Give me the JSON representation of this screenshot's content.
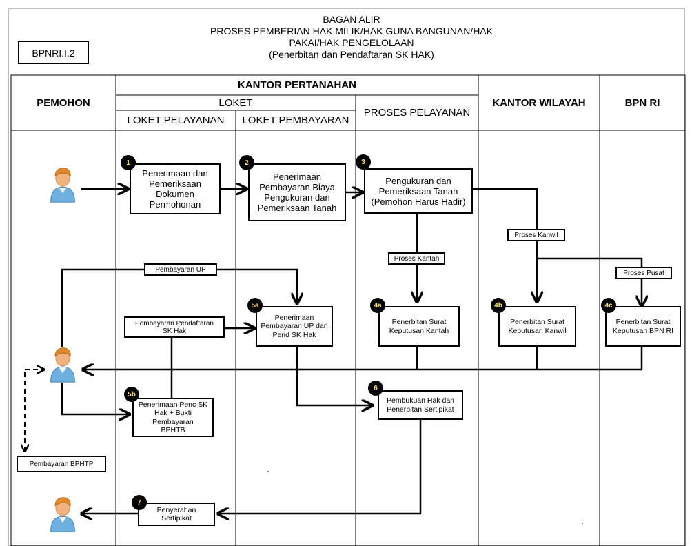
{
  "document": {
    "code": "BPNRI.I.2",
    "title_lines": [
      "BAGAN ALIR",
      "PROSES PEMBERIAN HAK MILIK/HAK GUNA BANGUNAN/HAK",
      "PAKAI/HAK PENGELOLAAN",
      "(Penerbitan dan Pendaftaran SK HAK)"
    ]
  },
  "columns": {
    "pemohon": "PEMOHON",
    "kantor_pertanahan": "KANTOR PERTANAHAN",
    "loket": "LOKET",
    "loket_pelayanan": "LOKET PELAYANAN",
    "loket_pembayaran": "LOKET PEMBAYARAN",
    "proses_pelayanan": "PROSES PELAYANAN",
    "kantor_wilayah": "KANTOR WILAYAH",
    "bpn_ri": "BPN RI"
  },
  "steps": [
    {
      "id": "1",
      "lines": [
        "Penerimaan dan",
        "Pemeriksaan",
        "Dokumen",
        "Permohonan"
      ]
    },
    {
      "id": "2",
      "lines": [
        "Penerimaan",
        "Pembayaran Biaya",
        "Pengukuran dan",
        "Pemeriksaan Tanah"
      ]
    },
    {
      "id": "3",
      "lines": [
        "Pengukuran dan",
        "Pemeriksaan Tanah",
        "(Pemohon Harus Hadir)"
      ]
    },
    {
      "id": "5a",
      "lines": [
        "Penerimaan",
        "Pembayaran UP dan",
        "Pend SK Hak"
      ]
    },
    {
      "id": "4a",
      "lines": [
        "Penerbitan Surat",
        "Keputusan Kantah"
      ]
    },
    {
      "id": "4b",
      "lines": [
        "Penerbitan Surat",
        "Keputusan Kanwil"
      ]
    },
    {
      "id": "4c",
      "lines": [
        "Penerbitan Surat",
        "Keputusan BPN RI"
      ]
    },
    {
      "id": "5b",
      "lines": [
        "Penerimaan Penc SK",
        "Hak + Bukti",
        "Pembayaran",
        "BPHTB"
      ]
    },
    {
      "id": "6",
      "lines": [
        "Pembukuan Hak dan",
        "Penerbitan Sertipikat"
      ]
    },
    {
      "id": "7",
      "lines": [
        "Penyerahan",
        "Sertipikat"
      ]
    }
  ],
  "labels": {
    "pembayaran_up": "Pembayaran UP",
    "pembayaran_pendaftaran": [
      "Pembayaran Pendaftaran",
      "SK Hak"
    ],
    "proses_kantah": "Proses Kantah",
    "proses_kanwil": "Proses Kanwil",
    "proses_pusat": "Proses Pusat",
    "pembayaran_bphtp": "Pembayaran BPHTP"
  },
  "icons": [
    "person-icon"
  ]
}
